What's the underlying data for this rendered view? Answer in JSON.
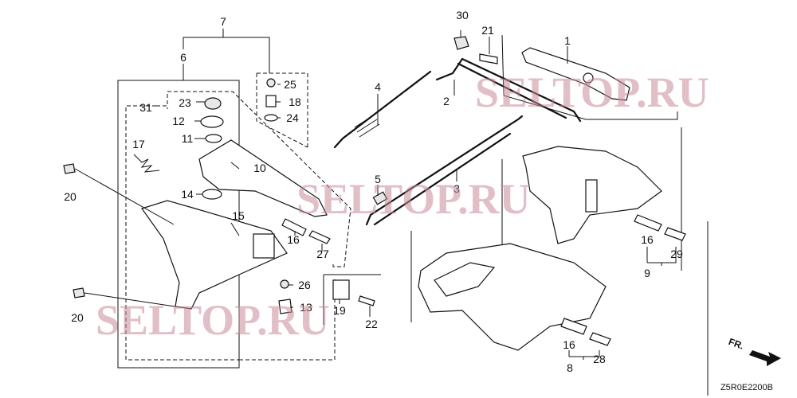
{
  "callouts": {
    "c1": "1",
    "c2": "2",
    "c3": "3",
    "c4": "4",
    "c5": "5",
    "c6": "6",
    "c7": "7",
    "c8": "8",
    "c9": "9",
    "c10": "10",
    "c11": "11",
    "c12": "12",
    "c13": "13",
    "c14": "14",
    "c15": "15",
    "c16a": "16",
    "c16b": "16",
    "c16c": "16",
    "c17": "17",
    "c18": "18",
    "c19": "19",
    "c20a": "20",
    "c20b": "20",
    "c21": "21",
    "c22": "22",
    "c23": "23",
    "c24": "24",
    "c25": "25",
    "c26": "26",
    "c27": "27",
    "c28": "28",
    "c29": "29",
    "c30": "30",
    "c31": "31"
  },
  "watermark": "SELTOP.RU",
  "front_label": "FR.",
  "diagram_code": "Z5R0E2200B"
}
